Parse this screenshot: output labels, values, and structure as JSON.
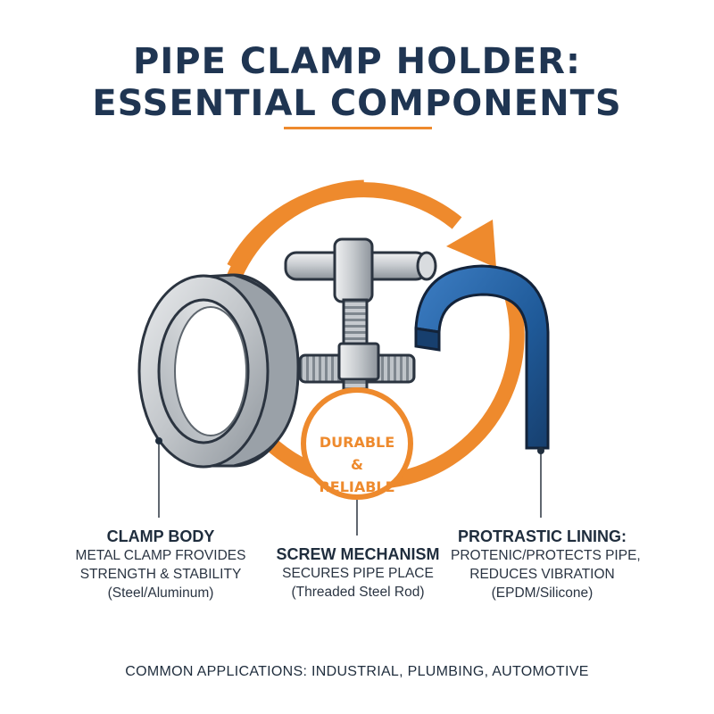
{
  "title": {
    "line1": "PIPE CLAMP HOLDER:",
    "line2": "ESSENTIAL COMPONENTS"
  },
  "badge": {
    "line1": "DURABLE",
    "line2": "& RELIABLE"
  },
  "components": {
    "clamp_body": {
      "heading": "CLAMP BODY",
      "line1": "METAL CLAMP FROVIDES",
      "line2": "STRENGTH & STABILITY",
      "line3": "(Steel/Aluminum)"
    },
    "screw": {
      "heading": "SCREW MECHANISM",
      "line1": "SECURES PIPE PLACE",
      "line2": "(Threaded Steel Rod)"
    },
    "lining": {
      "heading": "PROTRASTIC LINING:",
      "line1": "PROTENIC/PROTECTS PIPE,",
      "line2": "REDUCES VIBRATION",
      "line3": "(EPDM/Silicone)"
    }
  },
  "footer": "COMMON APPLICATIONS: INDUSTRIAL, PLUMBING, AUTOMOTIVE",
  "colors": {
    "navy": "#1f3552",
    "orange": "#ee8a2d",
    "lining_blue": "#1f5a99",
    "steel": "#c4c8cc"
  }
}
